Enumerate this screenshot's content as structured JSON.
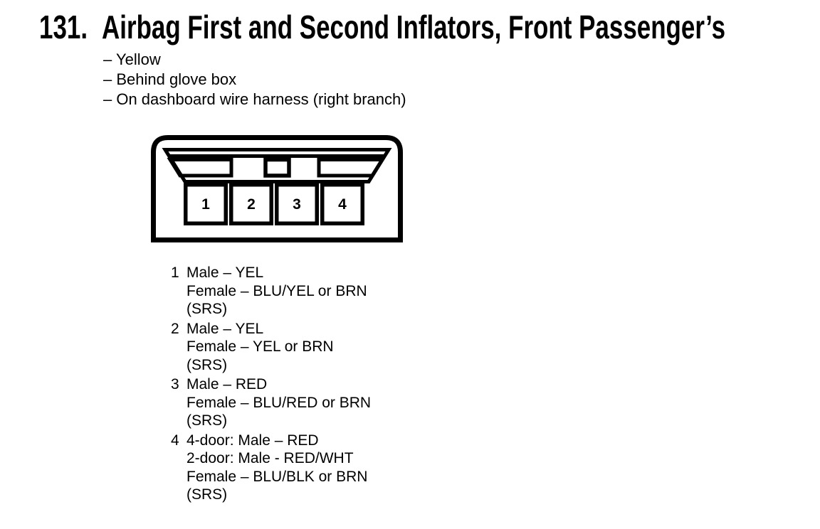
{
  "colors": {
    "ink": "#000000",
    "background": "#ffffff"
  },
  "title": {
    "number": "131.",
    "text": "Airbag First and Second Inflators, Front Passenger’s"
  },
  "details": [
    "– Yellow",
    "– Behind glove box",
    "– On dashboard wire harness (right branch)"
  ],
  "connector": {
    "pin_labels": [
      "1",
      "2",
      "3",
      "4"
    ]
  },
  "pins": [
    {
      "number": "1",
      "lines": [
        "Male – YEL",
        "Female – BLU/YEL or BRN",
        "(SRS)"
      ]
    },
    {
      "number": "2",
      "lines": [
        "Male – YEL",
        "Female – YEL or BRN",
        "(SRS)"
      ]
    },
    {
      "number": "3",
      "lines": [
        "Male – RED",
        "Female – BLU/RED or BRN",
        "(SRS)"
      ]
    },
    {
      "number": "4",
      "lines": [
        "4-door: Male – RED",
        "2-door: Male - RED/WHT",
        "Female – BLU/BLK or BRN",
        "(SRS)"
      ]
    }
  ]
}
